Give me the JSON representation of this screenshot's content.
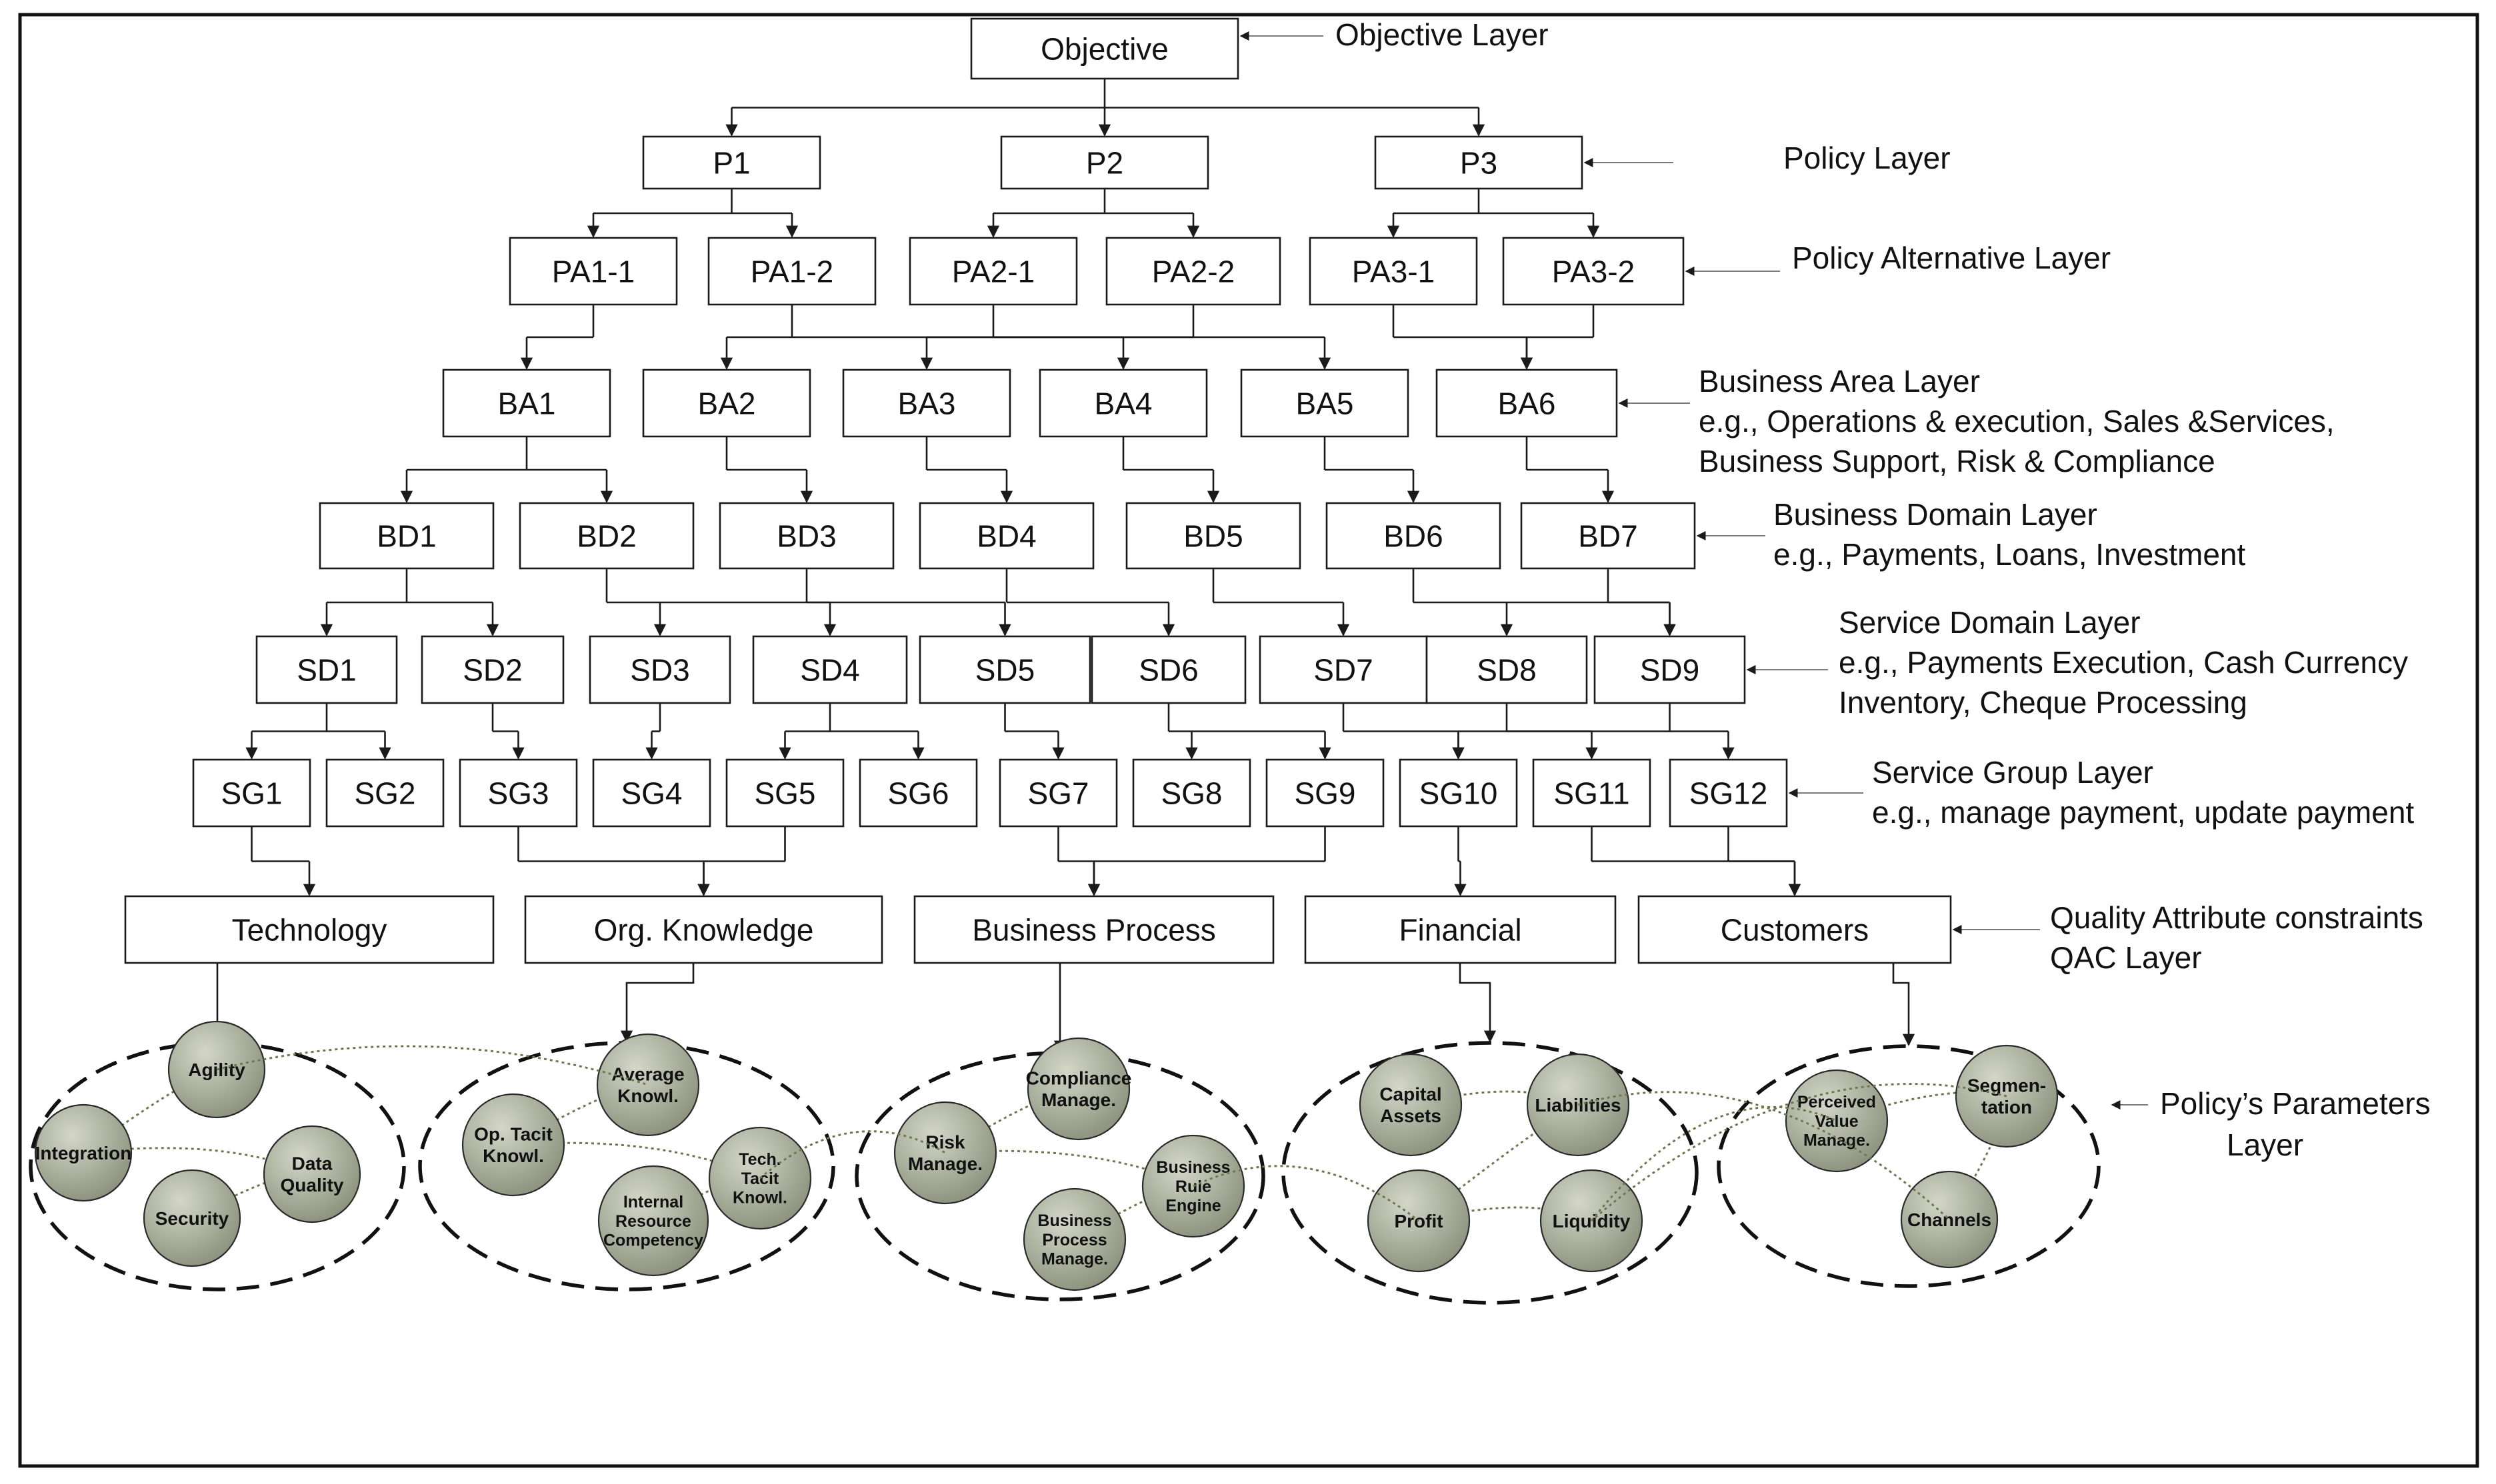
{
  "layers": [
    {
      "id": "objective",
      "label": "Objective Layer",
      "nodes": [
        "Objective"
      ]
    },
    {
      "id": "policy",
      "label": "Policy Layer",
      "nodes": [
        "P1",
        "P2",
        "P3"
      ]
    },
    {
      "id": "policy_alt",
      "label": "Policy Alternative Layer",
      "nodes": [
        "PA1-1",
        "PA1-2",
        "PA2-1",
        "PA2-2",
        "PA3-1",
        "PA3-2"
      ]
    },
    {
      "id": "business_area",
      "label": "Business Area Layer",
      "desc": [
        "e.g., Operations & execution, Sales &Services,",
        "Business Support, Risk & Compliance"
      ],
      "nodes": [
        "BA1",
        "BA2",
        "BA3",
        "BA4",
        "BA5",
        "BA6"
      ]
    },
    {
      "id": "business_domain",
      "label": "Business Domain Layer",
      "desc": [
        "e.g., Payments, Loans, Investment"
      ],
      "nodes": [
        "BD1",
        "BD2",
        "BD3",
        "BD4",
        "BD5",
        "BD6",
        "BD7"
      ]
    },
    {
      "id": "service_domain",
      "label": "Service Domain Layer",
      "desc": [
        "e.g., Payments Execution, Cash Currency",
        "Inventory, Cheque Processing"
      ],
      "nodes": [
        "SD1",
        "SD2",
        "SD3",
        "SD4",
        "SD5",
        "SD6",
        "SD7",
        "SD8",
        "SD9"
      ]
    },
    {
      "id": "service_group",
      "label": "Service Group Layer",
      "desc": [
        "e.g., manage payment, update payment"
      ],
      "nodes": [
        "SG1",
        "SG2",
        "SG3",
        "SG4",
        "SG5",
        "SG6",
        "SG7",
        "SG8",
        "SG9",
        "SG10",
        "SG11",
        "SG12"
      ]
    },
    {
      "id": "qac",
      "label": "Quality Attribute constraints",
      "desc": [
        "QAC Layer"
      ],
      "nodes": [
        "Technology",
        "Org. Knowledge",
        "Business Process",
        "Financial",
        "Customers"
      ]
    }
  ],
  "parameters_layer_label": [
    "Policy’s Parameters",
    "Layer"
  ],
  "parameter_groups": [
    {
      "qac": "Technology",
      "params": [
        [
          "Agility"
        ],
        [
          "Integration"
        ],
        [
          "Data",
          "Quality"
        ],
        [
          "Security"
        ]
      ]
    },
    {
      "qac": "Org. Knowledge",
      "params": [
        [
          "Average",
          "Knowl."
        ],
        [
          "Op. Tacit",
          "Knowl."
        ],
        [
          "Tech.",
          "Tacit",
          "Knowl."
        ],
        [
          "Internal",
          "Resource",
          "Competency"
        ]
      ]
    },
    {
      "qac": "Business Process",
      "params": [
        [
          "Compliance",
          "Manage."
        ],
        [
          "Risk",
          "Manage."
        ],
        [
          "Business",
          "Rule",
          "Engine"
        ],
        [
          "Business",
          "Process",
          "Manage."
        ]
      ]
    },
    {
      "qac": "Financial",
      "params": [
        [
          "Capital",
          "Assets"
        ],
        [
          "Liabilities"
        ],
        [
          "Profit"
        ],
        [
          "Liquidity"
        ]
      ]
    },
    {
      "qac": "Customers",
      "params": [
        [
          "Perceived",
          "Value",
          "Manage."
        ],
        [
          "Segmen-",
          "tation"
        ],
        [
          "Channels"
        ]
      ]
    }
  ],
  "colors": {
    "box_stroke": "#1a1a1a",
    "parameter_fill": "#a9ad9c",
    "dotted_link": "#6b7a4f",
    "text": "#111111"
  }
}
